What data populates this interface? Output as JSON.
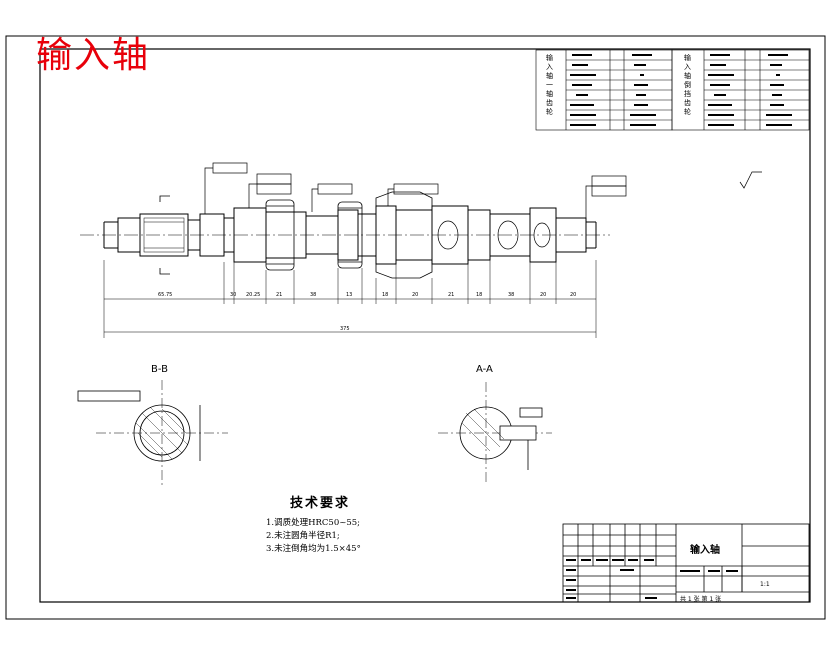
{
  "title": "输入轴",
  "sections": {
    "bb": "B-B",
    "aa": "A-A"
  },
  "tech_requirements": {
    "heading": "技术要求",
    "items": [
      "1.调质处理HRC50~55;",
      "2.未注圆角半径R1;",
      "3.未注倒角均为1.5×45°"
    ]
  },
  "title_block": {
    "part_name": "输入轴",
    "scale": "1:1",
    "sheet": "共 1 张 第 1 张"
  },
  "dimensions": [
    "65.75",
    "30",
    "20.25",
    "21",
    "38",
    "13",
    "18",
    "20",
    "21",
    "18",
    "38",
    "20",
    "20",
    "375"
  ],
  "table_left_side": "输入轴一轴齿轮",
  "table_right_side": "输入轴倒挡齿轮",
  "colors": {
    "title_red": "#e8000a",
    "line": "#000000"
  }
}
